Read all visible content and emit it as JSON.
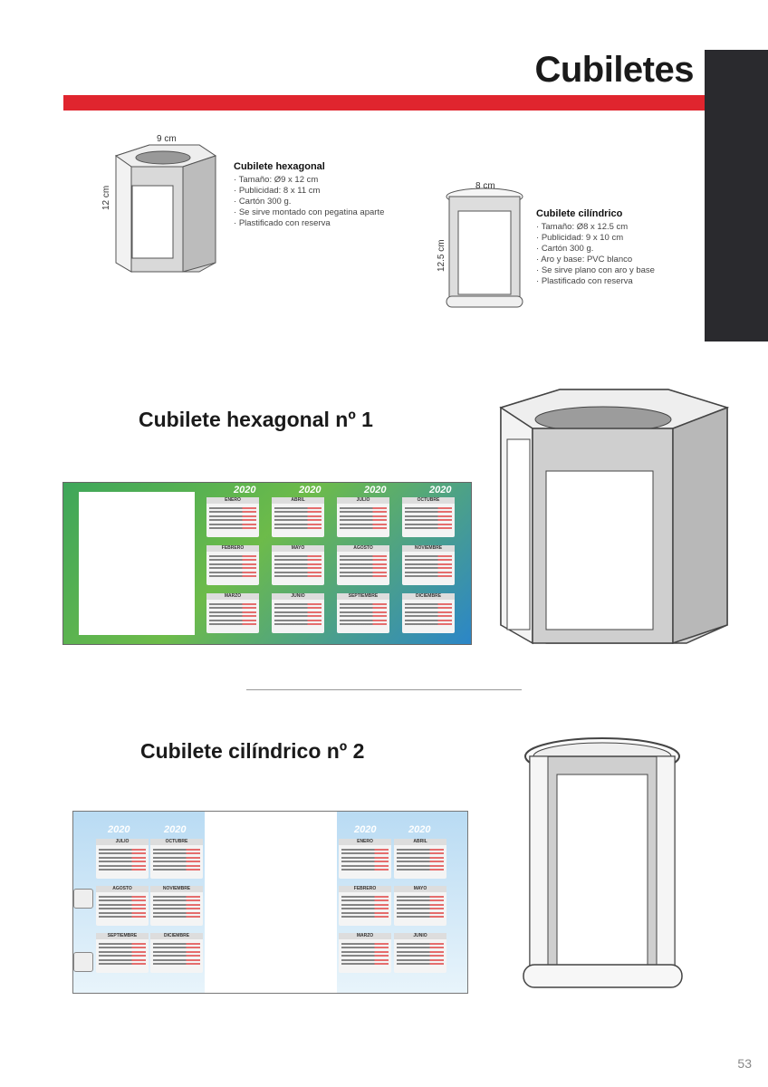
{
  "header": {
    "title": "Cubiletes"
  },
  "hexagonal_spec": {
    "title": "Cubilete hexagonal",
    "dim_width": "9 cm",
    "dim_height": "12 cm",
    "items": [
      "Tamaño: Ø9 x 12 cm",
      "Publicidad: 8 x 11 cm",
      "Cartón 300 g.",
      "Se sirve montado con pegatina aparte",
      "Plastificado con reserva"
    ]
  },
  "cylindrical_spec": {
    "title": "Cubilete cilíndrico",
    "dim_width": "8 cm",
    "dim_height": "12.5 cm",
    "items": [
      "Tamaño: Ø8 x 12.5 cm",
      "Publicidad: 9 x 10 cm",
      "Cartón 300 g.",
      "Aro y base: PVC blanco",
      "Se sirve plano con aro y base",
      "Plastificado con reserva"
    ]
  },
  "section1": {
    "title": "Cubilete hexagonal nº 1"
  },
  "section2": {
    "title": "Cubilete cilíndrico nº 2"
  },
  "calendar1": {
    "year": "2020",
    "months": [
      "ENERO",
      "ABRIL",
      "JULIO",
      "OCTUBRE",
      "FEBRERO",
      "MAYO",
      "AGOSTO",
      "NOVIEMBRE",
      "MARZO",
      "JUNIO",
      "SEPTIEMBRE",
      "DICIEMBRE"
    ]
  },
  "calendar2": {
    "year": "2020",
    "left_months": [
      "JULIO",
      "OCTUBRE",
      "AGOSTO",
      "NOVIEMBRE",
      "SEPTIEMBRE",
      "DICIEMBRE"
    ],
    "right_months": [
      "ENERO",
      "ABRIL",
      "FEBRERO",
      "MAYO",
      "MARZO",
      "JUNIO"
    ]
  },
  "footer": {
    "page_number": "53"
  },
  "colors": {
    "accent_red": "#e0252e",
    "dark_tab": "#2a2a2e"
  }
}
